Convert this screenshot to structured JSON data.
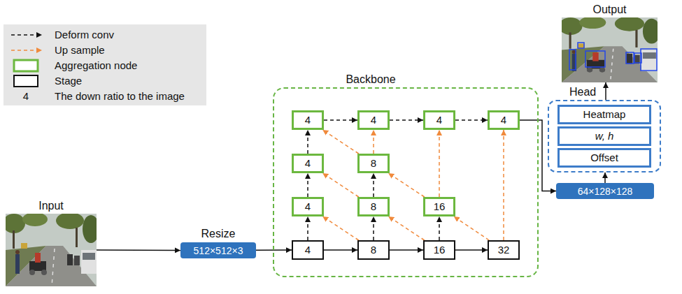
{
  "diagram": {
    "nodes": [
      {
        "text": [
          "Input"
        ]
      },
      {
        "text": [
          "Resize",
          "512×512×3"
        ]
      },
      {
        "text": [
          "Backbone"
        ]
      },
      {
        "text": [
          "4"
        ],
        "in": 2
      },
      {
        "text": [
          "4"
        ],
        "in": 2
      },
      {
        "text": [
          "4"
        ],
        "in": 2
      },
      {
        "text": [
          "4"
        ],
        "in": 2
      },
      {
        "text": [
          "4"
        ],
        "in": 2
      },
      {
        "text": [
          "8"
        ],
        "in": 2
      },
      {
        "text": [
          "4"
        ],
        "in": 2
      },
      {
        "text": [
          "8"
        ],
        "in": 2
      },
      {
        "text": [
          "16"
        ],
        "in": 2
      },
      {
        "text": [
          "4"
        ],
        "in": 2
      },
      {
        "text": [
          "8"
        ],
        "in": 2
      },
      {
        "text": [
          "16"
        ],
        "in": 2
      },
      {
        "text": [
          "32"
        ],
        "in": 2
      },
      {
        "text": [
          "Output"
        ]
      },
      {
        "text": [
          "Head"
        ]
      },
      {
        "text": [
          "Heatmap"
        ],
        "in": 17
      },
      {
        "text": [
          "w, h"
        ],
        "in": 17
      },
      {
        "text": [
          "Offset"
        ],
        "in": 17
      },
      {
        "text": [
          "64×128×128"
        ]
      }
    ],
    "edges": [
      {
        "from": 0,
        "to": 1,
        "arrow": "to"
      },
      {
        "from": 1,
        "to": 12,
        "arrow": "to"
      },
      {
        "from": 12,
        "to": 13,
        "arrow": "to"
      },
      {
        "from": 13,
        "to": 14,
        "arrow": "to"
      },
      {
        "from": 14,
        "to": 15,
        "arrow": "to"
      },
      {
        "from": 12,
        "to": 9,
        "arrow": "to"
      },
      {
        "from": 9,
        "to": 7,
        "arrow": "to"
      },
      {
        "from": 7,
        "to": 3,
        "arrow": "to"
      },
      {
        "from": 13,
        "to": 10,
        "arrow": "to"
      },
      {
        "from": 10,
        "to": 8,
        "arrow": "to"
      },
      {
        "from": 14,
        "to": 11,
        "arrow": "to"
      },
      {
        "from": 3,
        "to": 4,
        "arrow": "to"
      },
      {
        "from": 4,
        "to": 5,
        "arrow": "to"
      },
      {
        "from": 5,
        "to": 6,
        "arrow": "to"
      },
      {
        "from": 13,
        "to": 9,
        "arrow": "to"
      },
      {
        "from": 14,
        "to": 10,
        "arrow": "to"
      },
      {
        "from": 15,
        "to": 11,
        "arrow": "to"
      },
      {
        "from": 10,
        "to": 7,
        "arrow": "to"
      },
      {
        "from": 11,
        "to": 8,
        "arrow": "to"
      },
      {
        "from": 8,
        "to": 3,
        "arrow": "to"
      },
      {
        "from": 8,
        "to": 4,
        "arrow": "to"
      },
      {
        "from": 11,
        "to": 5,
        "arrow": "to"
      },
      {
        "from": 15,
        "to": 6,
        "arrow": "to"
      },
      {
        "from": 6,
        "to": 21,
        "arrow": "to"
      },
      {
        "from": 21,
        "to": 17,
        "arrow": "to"
      },
      {
        "from": 17,
        "to": 16,
        "arrow": "to"
      }
    ],
    "labels": [
      "4"
    ],
    "legend": [
      {
        "text": "Deform conv"
      },
      {
        "text": "Up sample"
      },
      {
        "text": "Aggregation node"
      },
      {
        "text": "Stage"
      },
      {
        "text": "The down ratio to the image"
      }
    ]
  }
}
